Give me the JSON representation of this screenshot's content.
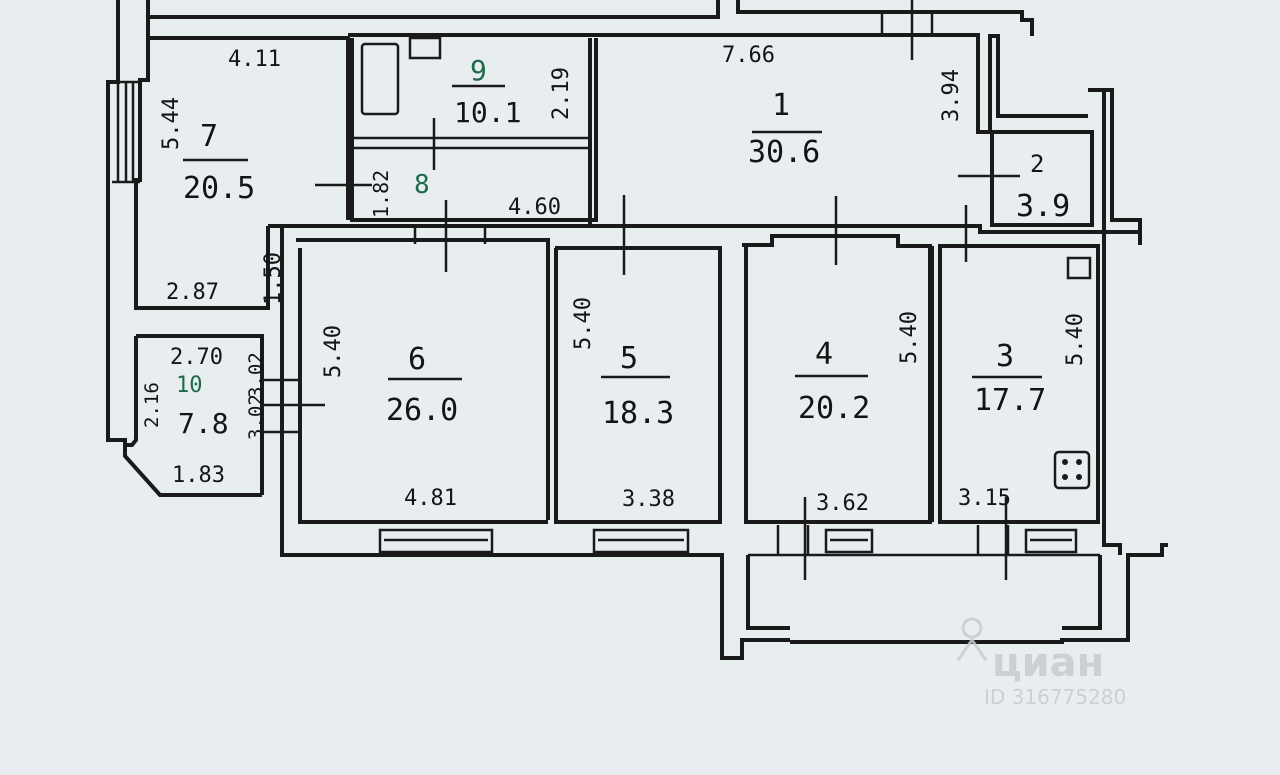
{
  "rooms": [
    {
      "id": "r1",
      "number": "1",
      "area": "30.6"
    },
    {
      "id": "r2",
      "number": "2",
      "area": "3.9"
    },
    {
      "id": "r3",
      "number": "3",
      "area": "17.7"
    },
    {
      "id": "r4",
      "number": "4",
      "area": "20.2"
    },
    {
      "id": "r5",
      "number": "5",
      "area": "18.3"
    },
    {
      "id": "r6",
      "number": "6",
      "area": "26.0"
    },
    {
      "id": "r7",
      "number": "7",
      "area": "20.5"
    },
    {
      "id": "r8",
      "number": "8"
    },
    {
      "id": "r9",
      "number": "9",
      "area": "10.1"
    },
    {
      "id": "r10",
      "number": "10",
      "area": "7.8"
    }
  ],
  "dimensions": {
    "r7_top": "4.11",
    "r7_side": "5.44",
    "r7_bottom": "2.87",
    "r7_corridor": "1.50",
    "r9_side": "2.19",
    "r8_side": "1.82",
    "r8_bottom": "4.60",
    "r1_top": "7.66",
    "r1_side": "3.94",
    "r6_side": "5.40",
    "r6_bottom": "4.81",
    "r5_side": "5.40",
    "r5_bottom": "3.38",
    "r4_side": "5.40",
    "r4_bottom": "3.62",
    "r3_side": "5.40",
    "r3_bottom": "3.15",
    "r10_top": "2.70",
    "r10_left": "2.16",
    "r10_right1": "3.02",
    "r10_right2": "3.02",
    "r10_bottom": "1.83"
  },
  "watermark": {
    "brand": "циан",
    "id": "ID 316775280"
  },
  "colors": {
    "ink": "#141414",
    "green_ink": "#1d6b4a",
    "paper": "#e8edf0"
  }
}
